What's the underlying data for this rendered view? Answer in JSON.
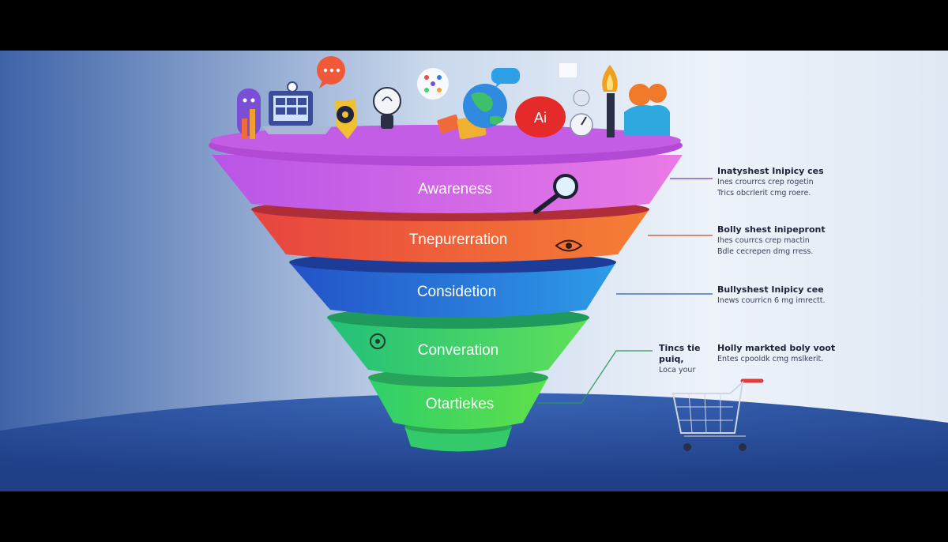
{
  "colors": {
    "frame": "#000000",
    "awareness": "#d86ee6",
    "interest": "#f26a3a",
    "consideration": "#2f7de0",
    "conversion": "#3fd36c",
    "outcomes": "#46c85a",
    "top_rim": "#b04ad8"
  },
  "funnel": {
    "stages": [
      {
        "label": "Awareness",
        "icon": "magnifier-icon"
      },
      {
        "label": "Tnepurerration",
        "icon": "eye-icon"
      },
      {
        "label": "Considetion",
        "icon": ""
      },
      {
        "label": "Converation",
        "icon": "target-icon"
      },
      {
        "label": "Otartiekes",
        "icon": ""
      }
    ]
  },
  "top_icons": [
    "purple-character-icon",
    "bar-chart-icon",
    "laptop-icon",
    "chat-bubble-icon",
    "megaphone-badge-icon",
    "lightbulb-icon",
    "network-icon",
    "globe-icon",
    "ticket-icon",
    "ai-badge-icon",
    "dashboard-icon",
    "torch-icon",
    "people-icon"
  ],
  "notes": [
    {
      "heading": "Inatyshest Inipicy ces",
      "lines": [
        "Ines crourrcs crep rogetin",
        "Trics obcrlerit cmg roere."
      ]
    },
    {
      "heading": "Bolly shest inipepront",
      "lines": [
        "Ihes courrcs crep mactin",
        "Bdle cecrepen dmg rress."
      ]
    },
    {
      "heading": "Bullyshest Inipicy cee",
      "lines": [
        "Inews courricn 6 mg imrectt."
      ]
    },
    {
      "heading": "Holly markted boly voot",
      "lines": [
        "Entes cpooldk cmg mslkerit."
      ]
    }
  ],
  "side_note": {
    "heading": "Tincs tie puiq,",
    "lines": [
      "Loca your"
    ]
  },
  "cart_icon": "shopping-cart-icon"
}
